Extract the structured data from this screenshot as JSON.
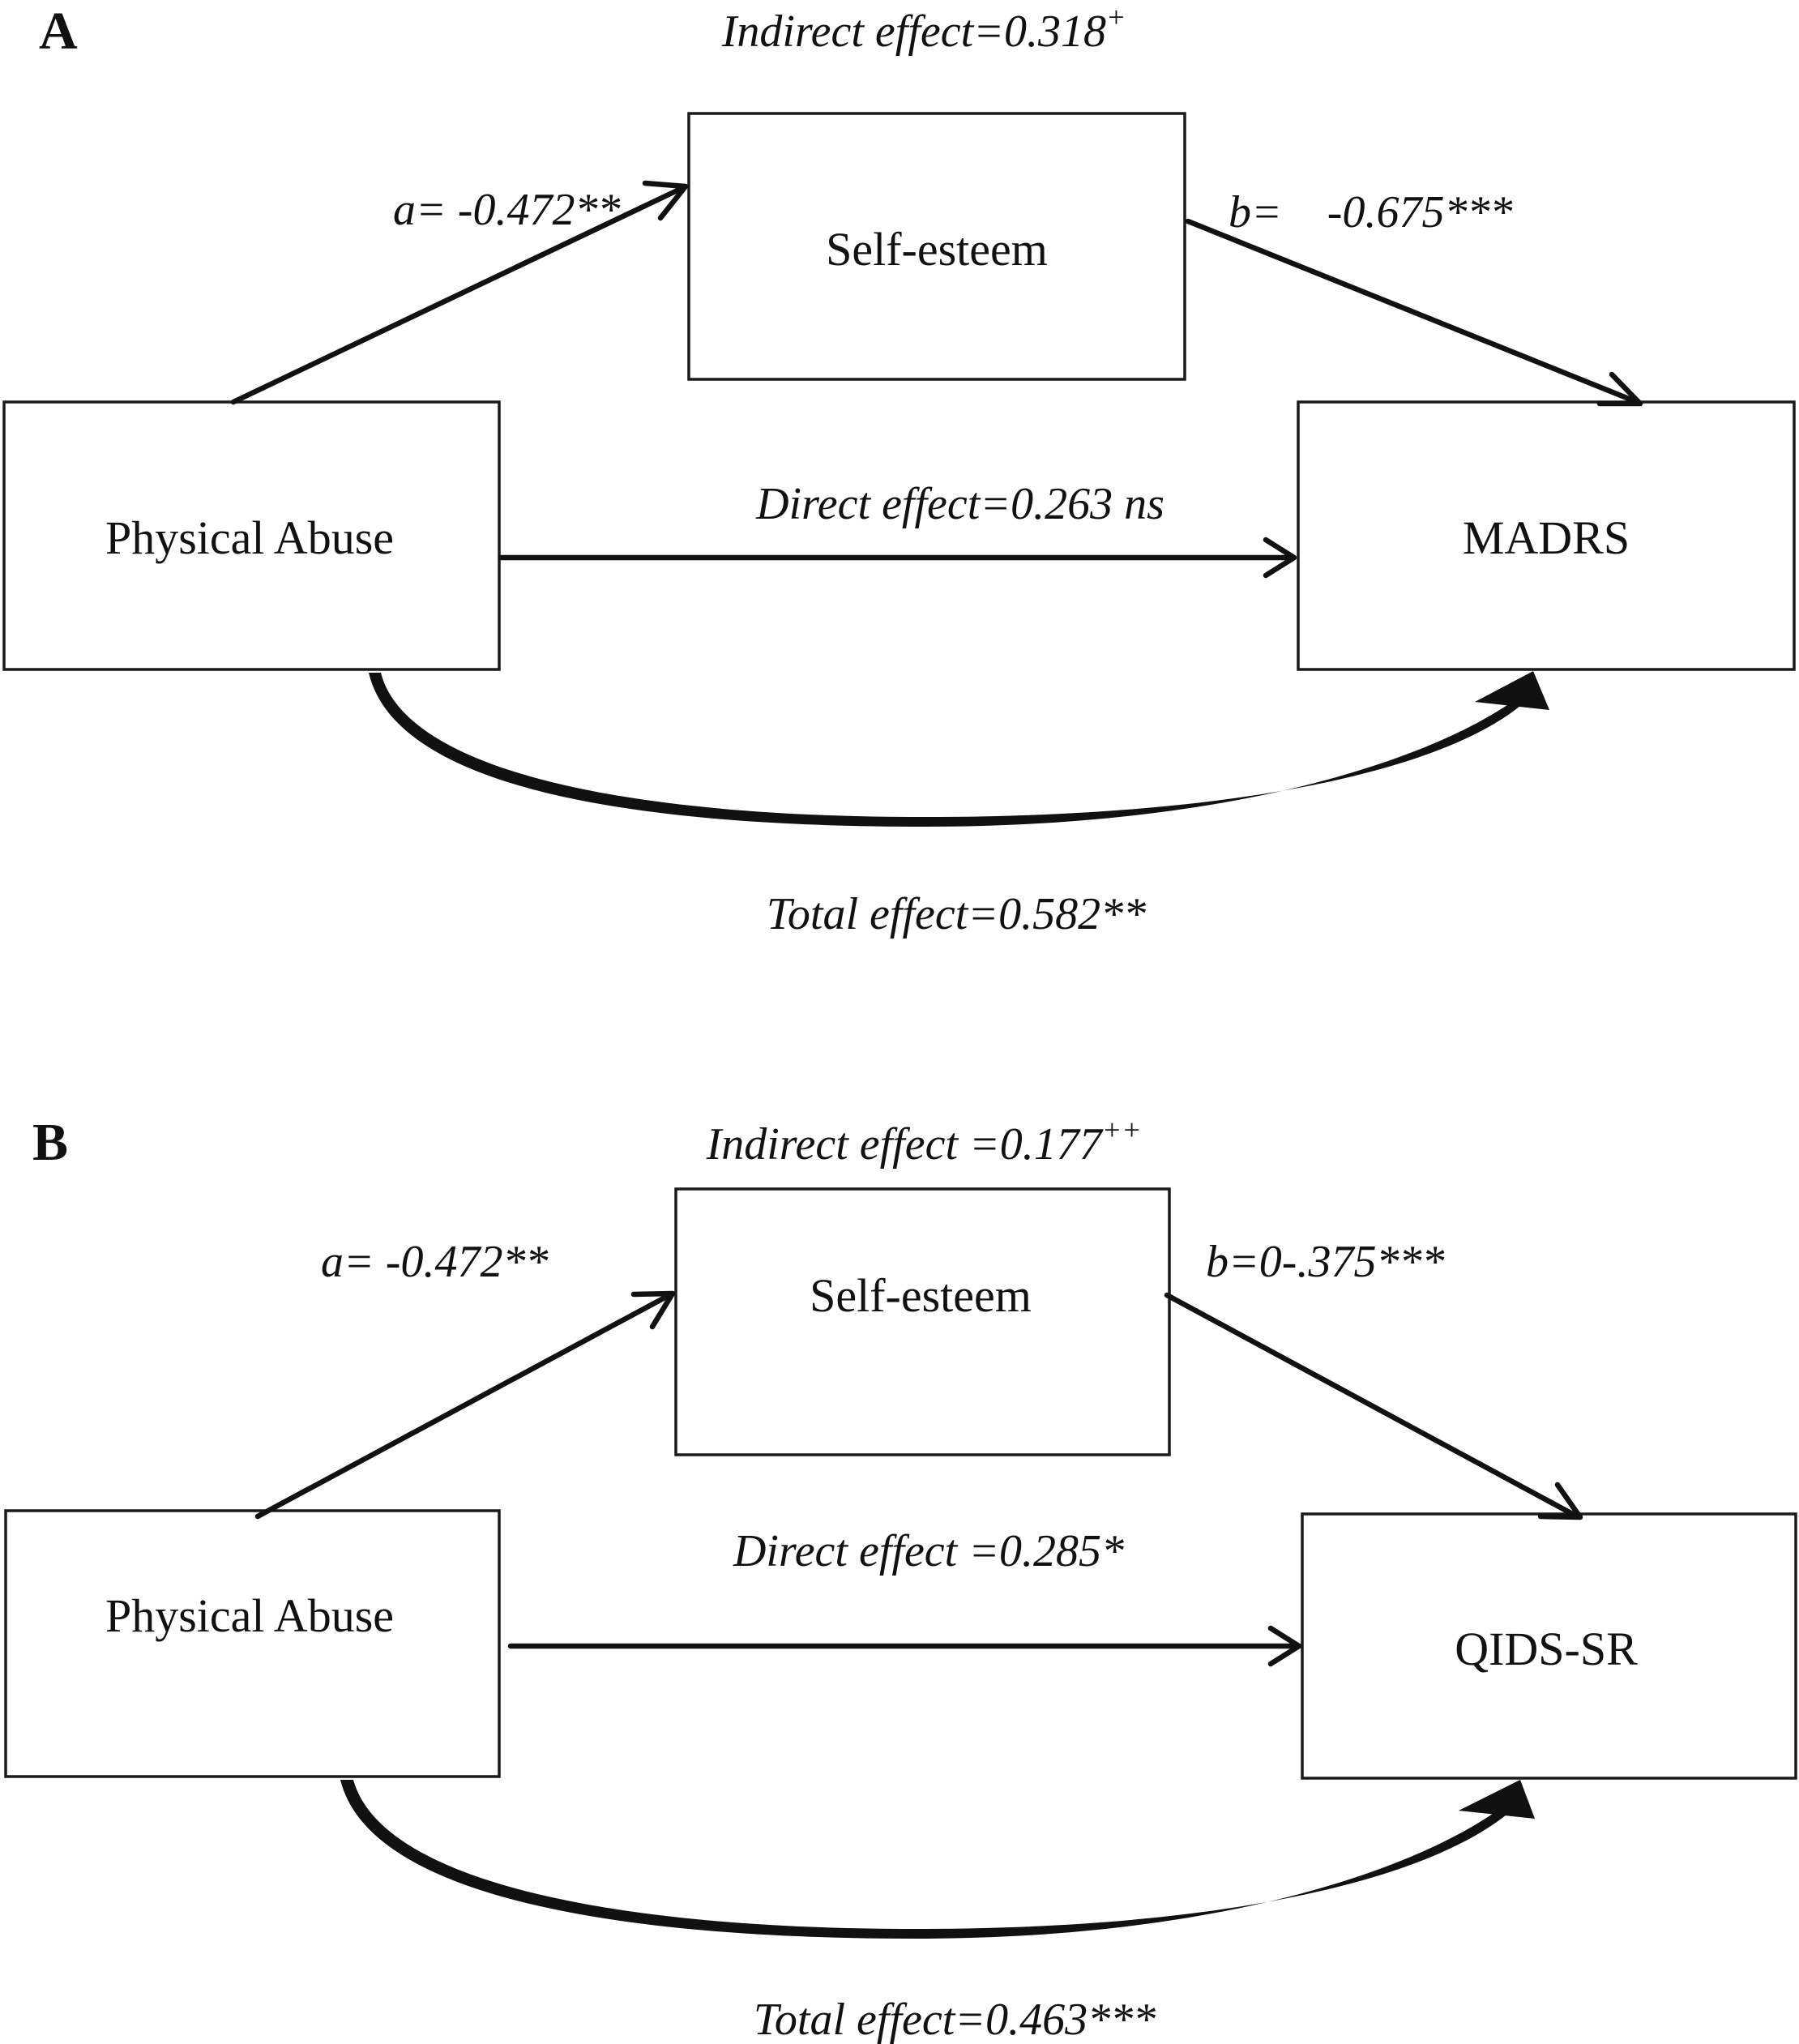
{
  "panels": [
    {
      "letter": "A",
      "nodes": {
        "mediator": "Self-esteem",
        "predictor": "Physical Abuse",
        "outcome": "MADRS"
      },
      "edges": {
        "indirect": {
          "label": "Indirect effect=0.318",
          "sup": "+"
        },
        "a": "a= -0.472**",
        "b": "b=    -0.675***",
        "direct": "Direct effect=0.263 ns",
        "total": "Total effect=0.582**"
      }
    },
    {
      "letter": "B",
      "nodes": {
        "mediator": "Self-esteem",
        "predictor": "Physical Abuse",
        "outcome": "QIDS-SR"
      },
      "edges": {
        "indirect": {
          "label": "Indirect effect =0.177",
          "sup": "++"
        },
        "a": "a= -0.472**",
        "b": "b=0-.375***",
        "direct": "Direct effect =0.285*",
        "total": "Total effect=0.463***"
      }
    }
  ]
}
